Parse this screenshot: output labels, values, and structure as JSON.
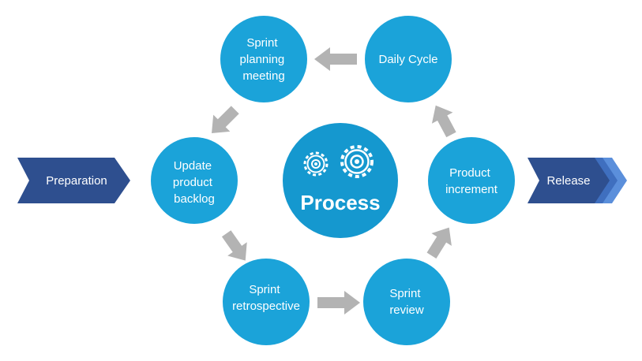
{
  "center": {
    "label": "Process",
    "icons": [
      "gear-icon",
      "gear-icon"
    ]
  },
  "nodes": [
    {
      "id": "sprint-planning",
      "lines": [
        "Sprint",
        "planning",
        "meeting"
      ]
    },
    {
      "id": "daily-cycle",
      "lines": [
        "Daily Cycle"
      ]
    },
    {
      "id": "product-increment",
      "lines": [
        "Product",
        "increment"
      ]
    },
    {
      "id": "sprint-review",
      "lines": [
        "Sprint",
        "review"
      ]
    },
    {
      "id": "sprint-retrospective",
      "lines": [
        "Sprint",
        "retrospective"
      ]
    },
    {
      "id": "update-backlog",
      "lines": [
        "Update",
        "product",
        "backlog"
      ]
    }
  ],
  "chevrons": {
    "left": {
      "label": "Preparation"
    },
    "right": {
      "label": "Release"
    }
  },
  "colors": {
    "circle": "#1ba3d9",
    "center_circle": "#1598cf",
    "arrow": "#b3b3b3",
    "chevron_dark": "#2e4f8f",
    "chevron_light": "#4a7fcf"
  }
}
